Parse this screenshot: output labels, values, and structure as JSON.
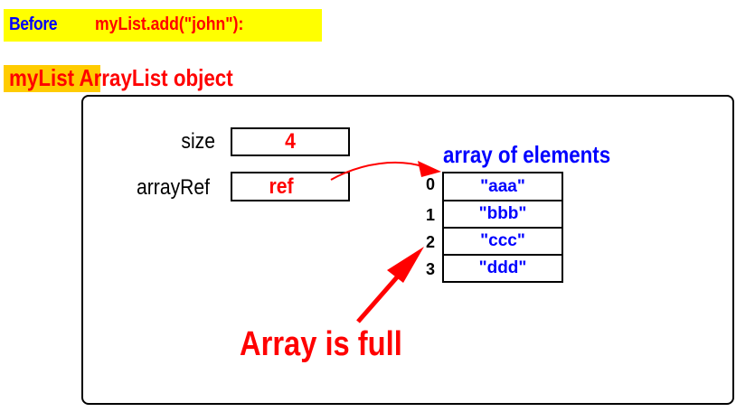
{
  "banner": {
    "before": "Before",
    "code": "myList.add(\"john\"):"
  },
  "object_title": "myList ArrayList object",
  "fields": {
    "size": {
      "label": "size",
      "value": "4"
    },
    "arrayRef": {
      "label": "arrayRef",
      "value": "ref"
    }
  },
  "array": {
    "title": "array of elements",
    "indices": [
      "0",
      "1",
      "2",
      "3"
    ],
    "cells": [
      "\"aaa\"",
      "\"bbb\"",
      "\"ccc\"",
      "\"ddd\""
    ]
  },
  "annotation": "Array is full",
  "colors": {
    "banner": "#ffff00",
    "highlight": "#ffcc00",
    "red": "#ff0000",
    "blue": "#0000ff"
  }
}
